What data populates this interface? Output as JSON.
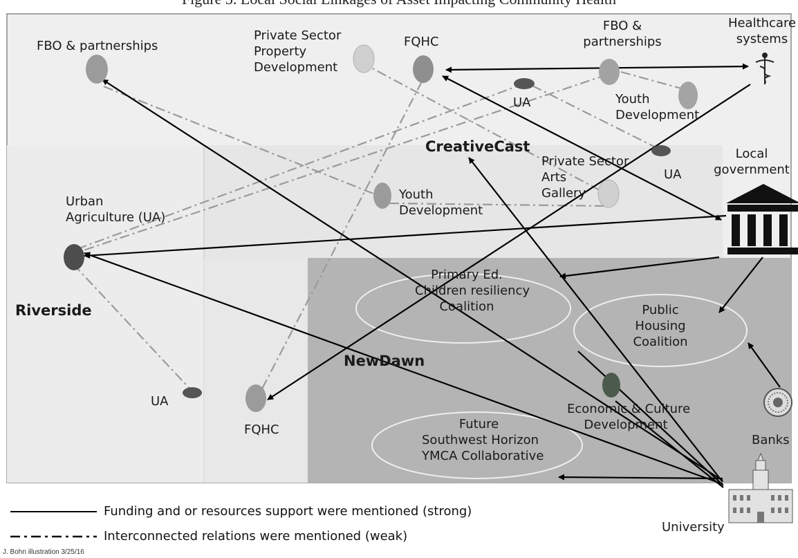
{
  "caption": "Figure 3. Local Social Linkages of Asset Impacting Community Health",
  "regions": {
    "creativecast": "CreativeCast",
    "riverside": "Riverside",
    "newdawn": "NewDawn"
  },
  "nodes": {
    "fbo_left": "FBO & partnerships",
    "private_property": [
      "Private Sector",
      "Property",
      "Development"
    ],
    "fqhc_top": "FQHC",
    "fbo_right": [
      "FBO &",
      "partnerships"
    ],
    "healthcare": [
      "Healthcare",
      "systems"
    ],
    "ua_top": "UA",
    "youth_right": [
      "Youth",
      "Development"
    ],
    "ua_right": "UA",
    "local_gov": [
      "Local",
      "government"
    ],
    "private_arts": [
      "Private Sector",
      "Arts",
      "Gallery"
    ],
    "youth_mid": [
      "Youth",
      "Development"
    ],
    "urban_ag": [
      "Urban",
      "Agriculture  (UA)"
    ],
    "primary_ed": [
      "Primary Ed.",
      "Children resiliency",
      "Coalition"
    ],
    "public_housing": [
      "Public",
      "Housing",
      "Coalition"
    ],
    "ua_bottom": "UA",
    "fqhc_bottom": "FQHC",
    "econ_culture": [
      "Economic & Culture",
      "Development"
    ],
    "banks": "Banks",
    "future_sw": [
      "Future",
      "Southwest Horizon",
      "YMCA Collaborative"
    ],
    "university": "University"
  },
  "legend": {
    "strong": "Funding and or resources support were mentioned (strong)",
    "weak": "Interconnected relations were mentioned (weak)"
  },
  "credit": "J. Bohn illustration 3/25/16",
  "colors": {
    "outer_bg": "#efefef",
    "lower_left_bg": "#e4e4e4",
    "newdawn_bg": "#b4b4b4",
    "dot_light": "#d0d0d0",
    "dot_mid": "#9b9b9b",
    "dot_dark": "#4d4d4d",
    "weak_line": "#9a9a9a",
    "strong_line": "#000000"
  },
  "icons": [
    "caduceus-icon",
    "government-building-icon",
    "bank-seal-icon",
    "university-building-icon"
  ]
}
